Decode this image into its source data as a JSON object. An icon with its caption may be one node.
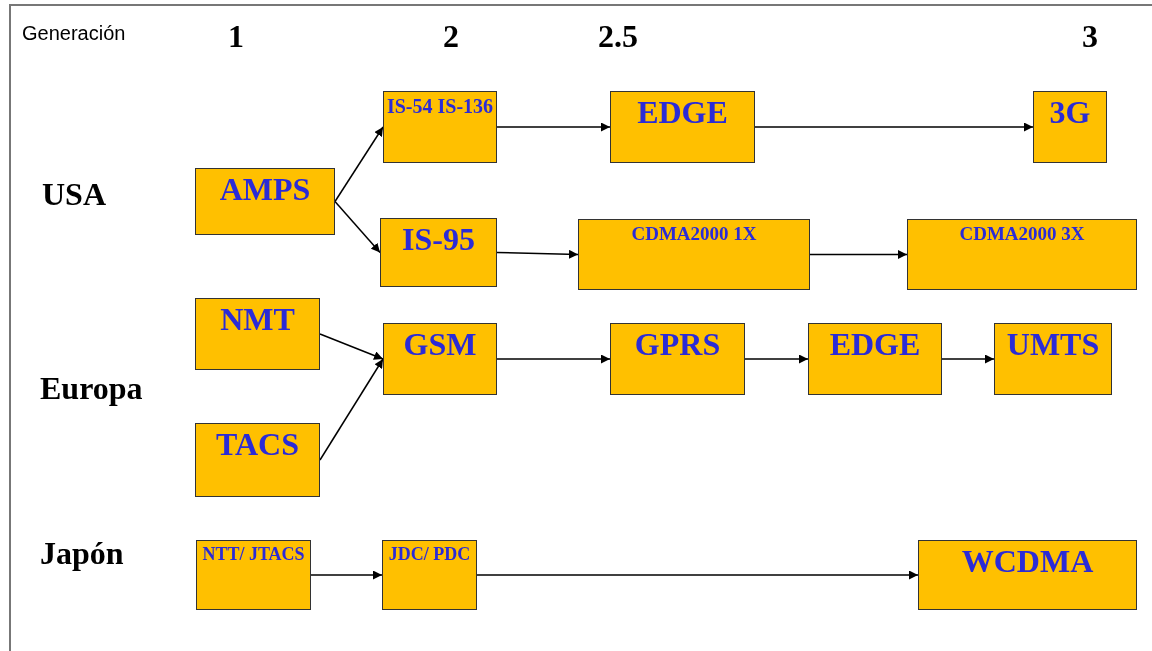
{
  "diagram": {
    "nodes": [
      {
        "text": [
          "AMPS"
        ]
      },
      {
        "text": [
          "IS-54 IS-136"
        ]
      },
      {
        "text": [
          "EDGE"
        ]
      },
      {
        "text": [
          "3G"
        ]
      },
      {
        "text": [
          "IS-95"
        ]
      },
      {
        "text": [
          "CDMA2000 1X"
        ]
      },
      {
        "text": [
          "CDMA2000 3X"
        ]
      },
      {
        "text": [
          "NMT"
        ]
      },
      {
        "text": [
          "GSM"
        ]
      },
      {
        "text": [
          "GPRS"
        ]
      },
      {
        "text": [
          "EDGE"
        ]
      },
      {
        "text": [
          "UMTS"
        ]
      },
      {
        "text": [
          "TACS"
        ]
      },
      {
        "text": [
          "NTT/ JTACS"
        ]
      },
      {
        "text": [
          "JDC/ PDC"
        ]
      },
      {
        "text": [
          "WCDMA"
        ]
      }
    ],
    "edges": [
      {
        "from": 0,
        "to": 1,
        "arrow": "to"
      },
      {
        "from": 0,
        "to": 4,
        "arrow": "to"
      },
      {
        "from": 1,
        "to": 2,
        "arrow": "to"
      },
      {
        "from": 2,
        "to": 3,
        "arrow": "to"
      },
      {
        "from": 4,
        "to": 5,
        "arrow": "to"
      },
      {
        "from": 5,
        "to": 6,
        "arrow": "to"
      },
      {
        "from": 7,
        "to": 8,
        "arrow": "to"
      },
      {
        "from": 12,
        "to": 8,
        "arrow": "to"
      },
      {
        "from": 8,
        "to": 9,
        "arrow": "to"
      },
      {
        "from": 9,
        "to": 10,
        "arrow": "to"
      },
      {
        "from": 10,
        "to": 11,
        "arrow": "to"
      },
      {
        "from": 13,
        "to": 14,
        "arrow": "to"
      },
      {
        "from": 14,
        "to": 15,
        "arrow": "to"
      }
    ],
    "labels": [
      "Generación",
      "1",
      "2",
      "2.5",
      "3",
      "USA",
      "Europa",
      "Japón"
    ]
  }
}
